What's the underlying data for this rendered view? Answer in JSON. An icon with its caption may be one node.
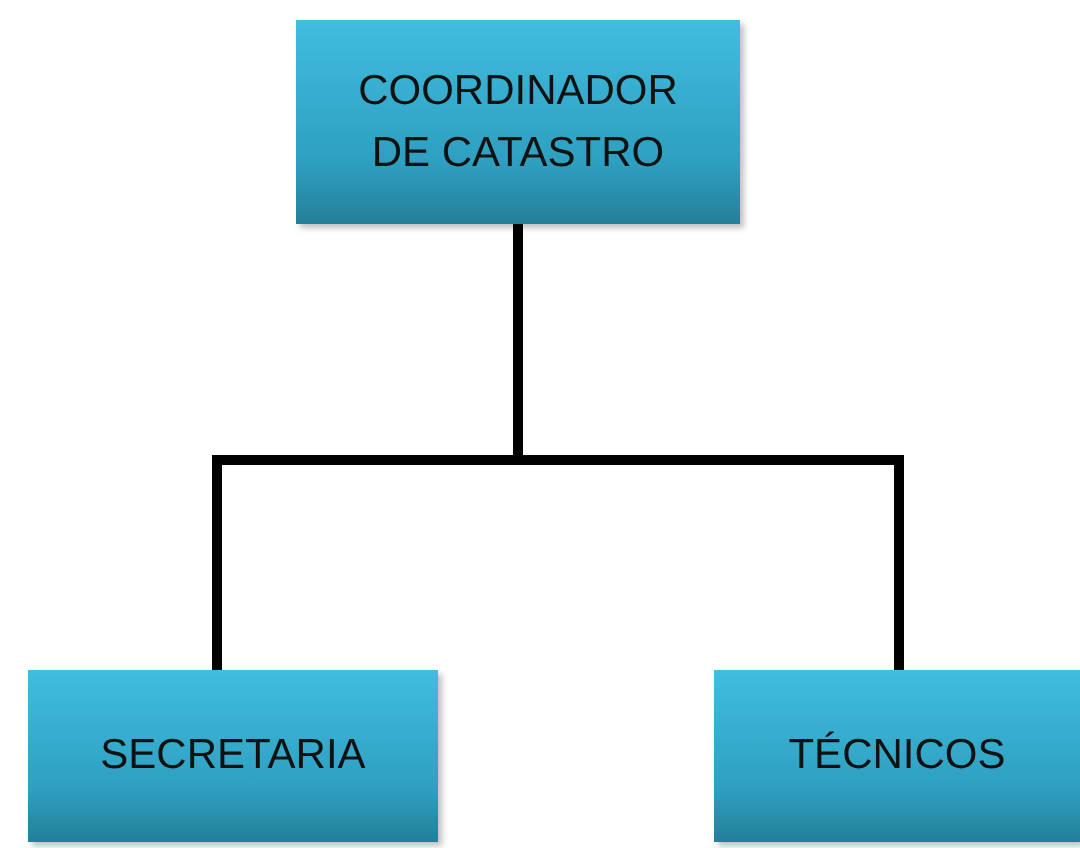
{
  "diagram": {
    "nodes": [
      {
        "text": [
          "COORDINADOR DE CATASTRO"
        ]
      },
      {
        "text": [
          "SECRETARIA"
        ]
      },
      {
        "text": [
          "TÉCNICOS"
        ]
      }
    ],
    "edges": [
      {
        "from": 0,
        "to": 1,
        "arrow": "none"
      },
      {
        "from": 0,
        "to": 2,
        "arrow": "none"
      }
    ]
  }
}
